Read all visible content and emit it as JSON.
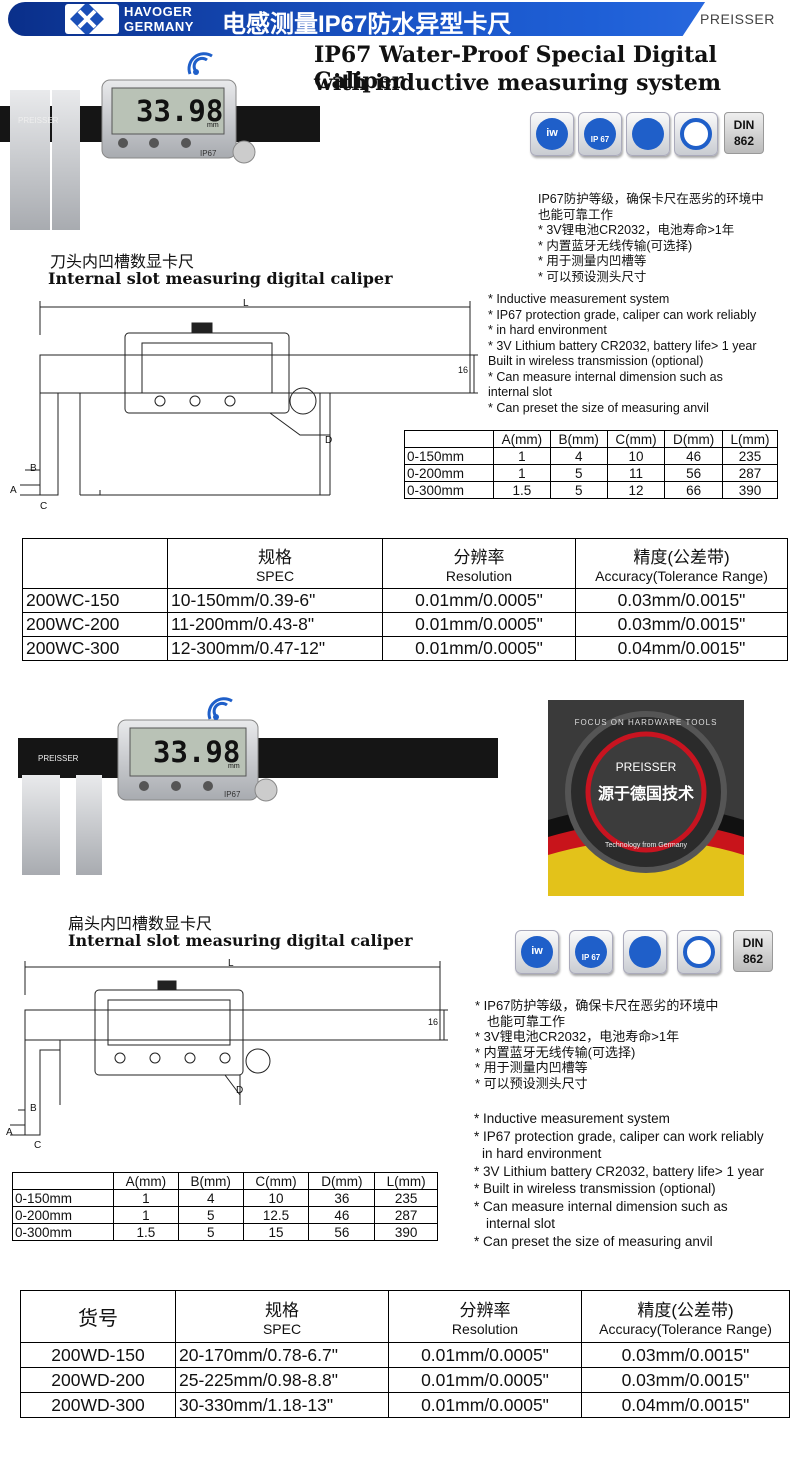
{
  "header": {
    "brand_line1": "HAVOGER",
    "brand_line2": "GERMANY",
    "title_cn": "电感测量IP67防水异型卡尺",
    "brand_right": "PREISSER"
  },
  "headline": {
    "line1": "IP67 Water-Proof Special Digital Caliper",
    "line2": "with inductive measuring system"
  },
  "caliper_display": {
    "reading": "33.98",
    "unit": "mm",
    "bar_label": "PREISSER",
    "ip_label": "IP67"
  },
  "icons": {
    "iw": "iw",
    "ip67": "IP 67",
    "din_line1": "DIN",
    "din_line2": "862"
  },
  "section1": {
    "subtitle_cn": "刀头内凹槽数显卡尺",
    "subtitle_en": "Internal slot measuring digital caliper",
    "features_cn": [
      "IP67防护等级，确保卡尺在恶劣的环境中",
      "也能可靠工作",
      "* 3V锂电池CR2032，电池寿命>1年",
      "* 内置蓝牙无线传输(可选择)",
      "* 用于测量内凹槽等",
      "* 可以预设测头尺寸"
    ],
    "features_en": [
      "* Inductive measurement system",
      "* IP67 protection grade, caliper can work reliably",
      "* in hard environment",
      "* 3V Lithium battery CR2032, battery life> 1 year",
      "Built in wireless transmission (optional)",
      "* Can measure internal dimension such as",
      "internal slot",
      "* Can preset the size of measuring anvil"
    ],
    "dim_labels": {
      "L": "L",
      "D": "D",
      "h": "16",
      "A": "A",
      "B": "B",
      "C": "C"
    },
    "dim_table": {
      "headers": [
        "",
        "A(mm)",
        "B(mm)",
        "C(mm)",
        "D(mm)",
        "L(mm)"
      ],
      "rows": [
        [
          "0-150mm",
          "1",
          "4",
          "10",
          "46",
          "235"
        ],
        [
          "0-200mm",
          "1",
          "5",
          "11",
          "56",
          "287"
        ],
        [
          "0-300mm",
          "1.5",
          "5",
          "12",
          "66",
          "390"
        ]
      ]
    },
    "spec_table": {
      "headers": [
        {
          "cn": "",
          "en": ""
        },
        {
          "cn": "规格",
          "en": "SPEC"
        },
        {
          "cn": "分辨率",
          "en": "Resolution"
        },
        {
          "cn": "精度(公差带)",
          "en": "Accuracy(Tolerance Range)"
        }
      ],
      "rows": [
        [
          "200WC-150",
          "10-150mm/0.39-6\"",
          "0.01mm/0.0005\"",
          "0.03mm/0.0015\""
        ],
        [
          "200WC-200",
          "11-200mm/0.43-8\"",
          "0.01mm/0.0005\"",
          "0.03mm/0.0015\""
        ],
        [
          "200WC-300",
          "12-300mm/0.47-12\"",
          "0.01mm/0.0005\"",
          "0.04mm/0.0015\""
        ]
      ]
    }
  },
  "badge": {
    "brand": "PREISSER",
    "cn": "源于德国技术",
    "ring_text": "FOCUS ON HARDWARE TOOLS",
    "tagline": "Technology from Germany"
  },
  "section2": {
    "subtitle_cn": "扁头内凹槽数显卡尺",
    "subtitle_en": "Internal slot measuring digital caliper",
    "features_cn": [
      "* IP67防护等级，确保卡尺在恶劣的环境中",
      "也能可靠工作",
      "* 3V锂电池CR2032，电池寿命>1年",
      "* 内置蓝牙无线传输(可选择)",
      "* 用于测量内凹槽等",
      "* 可以预设测头尺寸"
    ],
    "features_en": [
      "* Inductive measurement system",
      "* IP67 protection grade, caliper can work reliably",
      "in hard environment",
      "* 3V Lithium battery CR2032, battery life> 1 year",
      "* Built in wireless transmission (optional)",
      "* Can measure internal dimension such as",
      "internal slot",
      "* Can preset the size of measuring anvil"
    ],
    "dim_labels": {
      "L": "L",
      "D": "D",
      "h": "16",
      "A": "A",
      "B": "B",
      "C": "C"
    },
    "dim_table": {
      "headers": [
        "",
        "A(mm)",
        "B(mm)",
        "C(mm)",
        "D(mm)",
        "L(mm)"
      ],
      "rows": [
        [
          "0-150mm",
          "1",
          "4",
          "10",
          "36",
          "235"
        ],
        [
          "0-200mm",
          "1",
          "5",
          "12.5",
          "46",
          "287"
        ],
        [
          "0-300mm",
          "1.5",
          "5",
          "15",
          "56",
          "390"
        ]
      ]
    },
    "spec_table": {
      "headers": [
        {
          "cn": "货号",
          "en": ""
        },
        {
          "cn": "规格",
          "en": "SPEC"
        },
        {
          "cn": "分辨率",
          "en": "Resolution"
        },
        {
          "cn": "精度(公差带)",
          "en": "Accuracy(Tolerance Range)"
        }
      ],
      "rows": [
        [
          "200WD-150",
          "20-170mm/0.78-6.7\"",
          "0.01mm/0.0005\"",
          "0.03mm/0.0015\""
        ],
        [
          "200WD-200",
          "25-225mm/0.98-8.8\"",
          "0.01mm/0.0005\"",
          "0.03mm/0.0015\""
        ],
        [
          "200WD-300",
          "30-330mm/1.18-13\"",
          "0.01mm/0.0005\"",
          "0.04mm/0.0015\""
        ]
      ]
    }
  }
}
